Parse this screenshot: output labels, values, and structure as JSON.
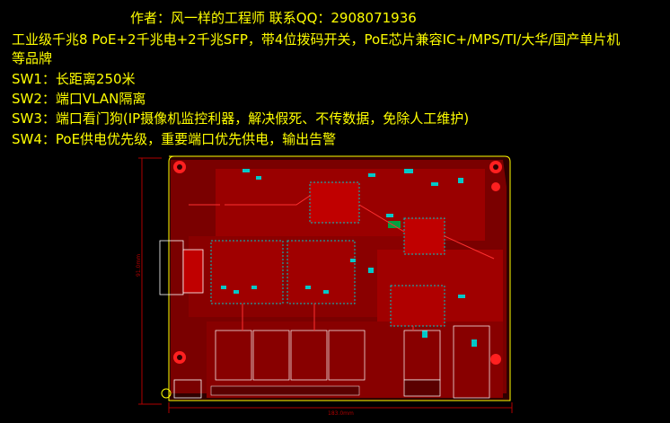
{
  "caption": {
    "author_line": "作者：风一样的工程师 联系QQ：2908071936",
    "spec_line_1": "工业级千兆8 PoE+2千兆电+2千兆SFP，带4位拨码开关，PoE芯片兼容IC+/MPS/TI/大华/国产单片机",
    "spec_line_2": "等品牌",
    "sw1": "SW1：长距离250米",
    "sw2": "SW2：端口VLAN隔离",
    "sw3": "SW3：端口看门狗(IP摄像机监控利器，解决假死、不传数据，免除人工维护)",
    "sw4": "SW4：PoE供电优先级，重要端口优先供电，输出告警"
  },
  "board": {
    "dimension_width": "183.0mm",
    "dimension_height": "91.0mm"
  },
  "colors": {
    "caption_text": "#ffff00",
    "pcb_copper": "#b00000",
    "pcb_dark": "#5a0000",
    "component_pad": "#00c8c8",
    "silkscreen": "#ffffff",
    "outline": "#ffff00"
  }
}
